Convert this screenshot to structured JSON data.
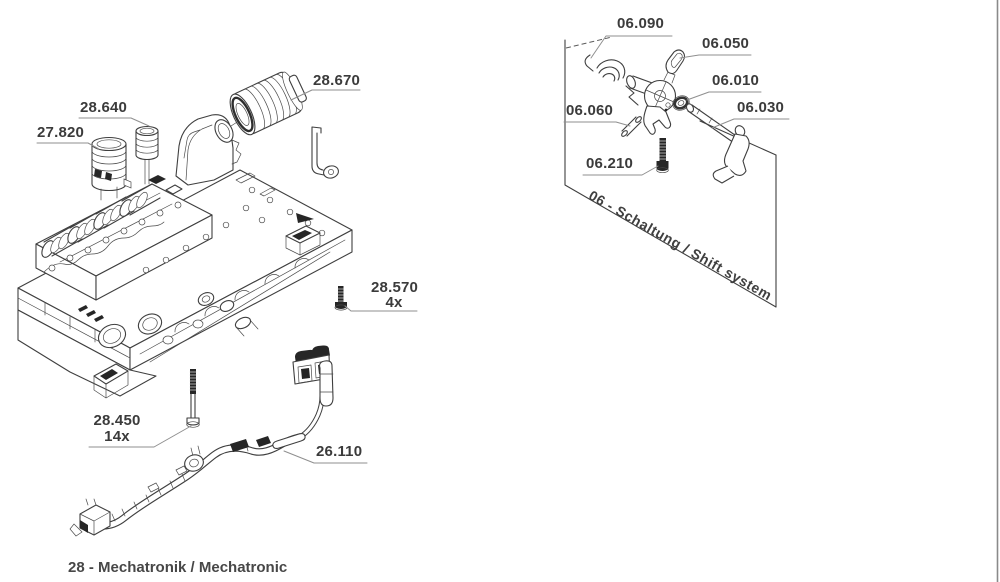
{
  "figure": {
    "caption": "28 - Mechatronik / Mechatronic",
    "inset_caption": "06 - Schaltung / Shift system"
  },
  "labels": {
    "p27820": "27.820",
    "p28640": "28.640",
    "p28670": "28.670",
    "p28570": "28.570",
    "p28570_qty": "4x",
    "p28450": "28.450",
    "p28450_qty": "14x",
    "p26110": "26.110",
    "p06090": "06.090",
    "p06050": "06.050",
    "p06010": "06.010",
    "p06030": "06.030",
    "p06060": "06.060",
    "p06210": "06.210"
  },
  "colors": {
    "line": "#3f3f3f",
    "label_text": "#3b3b3b",
    "leader": "#8f8f8f",
    "dark_fill": "#262626",
    "page_edge": "#8a8a8a"
  }
}
